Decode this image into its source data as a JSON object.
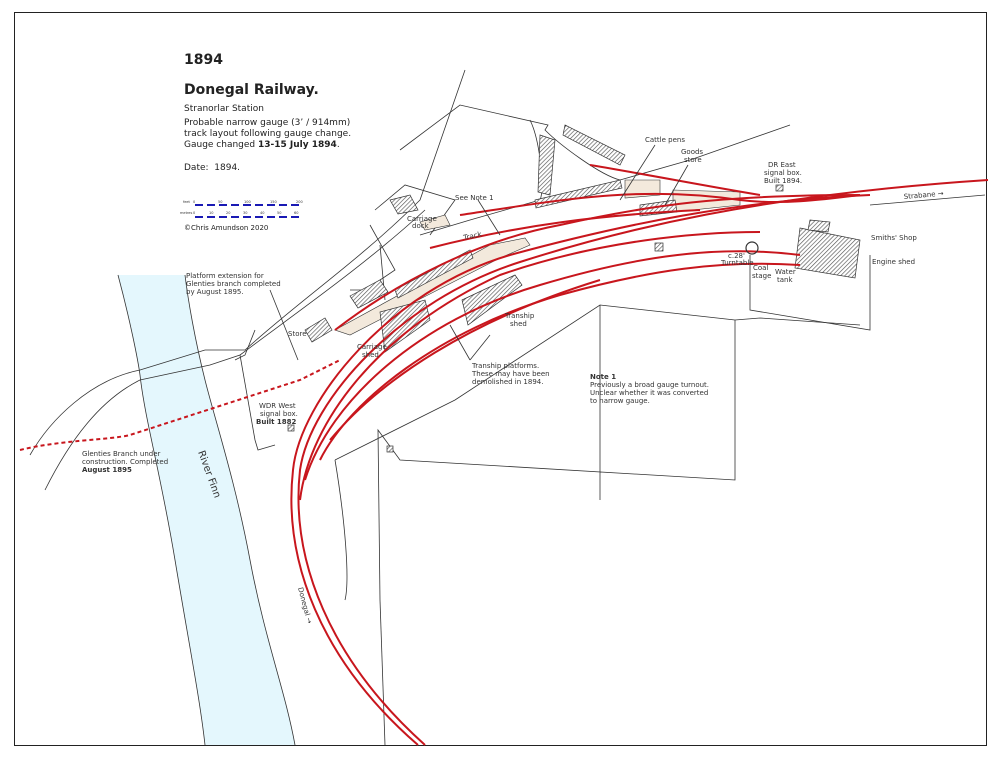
{
  "header": {
    "year": "1894",
    "title": "Donegal Railway.",
    "subtitle": "Stranorlar Station",
    "description_line1": "Probable narrow gauge (3’ / 914mm)",
    "description_line2": "track layout following gauge change.",
    "description_line3_prefix": "Gauge changed ",
    "description_line3_bold": "13-15 July 1894",
    "description_line3_suffix": ".",
    "date": "Date:  1894.",
    "copyright": "©Chris Amundson 2020"
  },
  "scale": {
    "feet_label": "feet",
    "feet_ticks": [
      "0",
      "50",
      "100",
      "150",
      "200"
    ],
    "metres_label": "metres",
    "metres_ticks": [
      "0",
      "10",
      "20",
      "30",
      "40",
      "50",
      "60"
    ],
    "bar_color": "#1a1ab4"
  },
  "labels": {
    "cattle_pens": "Cattle pens",
    "goods_store_1": "Goods",
    "goods_store_2": "store",
    "dr_east_1": "DR East",
    "dr_east_2": "signal box.",
    "dr_east_3": "Built 1894.",
    "strabane": "Strabane →",
    "smiths_shop": "Smiths' Shop",
    "engine_shed": "Engine shed",
    "turntable_1": "c.28'",
    "turntable_2": "Turntable",
    "coal_1": "Coal",
    "coal_2": "stage",
    "water_1": "Water",
    "water_2": "tank",
    "see_note": "See Note 1",
    "carriage_dock_1": "Carriage",
    "carriage_dock_2": "dock",
    "track": "Track",
    "tranship_shed_1": "Tranship",
    "tranship_shed_2": "shed",
    "carriage_shed_1": "Carriage",
    "carriage_shed_2": "shed",
    "store": "Store",
    "tranship_platforms_1": "Tranship platforms.",
    "tranship_platforms_2": "These may have been",
    "tranship_platforms_3": "demolished in 1894.",
    "platform_ext_1": "Platform extension for",
    "platform_ext_2": "Glenties branch completed",
    "platform_ext_3": "by August 1895.",
    "wdr_west_1": "WDR West",
    "wdr_west_2": "signal box.",
    "wdr_west_3": "Built 1882",
    "glenties_1": "Glenties Branch under",
    "glenties_2": "construction.   Completed",
    "glenties_3": "August 1895",
    "river": "River Finn",
    "donegal": "Donegal →",
    "note_title": "Note 1",
    "note_1": "Previously a broad gauge turnout.",
    "note_2": "Unclear whether it was converted",
    "note_3": "to narrow gauge."
  },
  "colors": {
    "track": "#c8161d",
    "river": "#e4f7fd",
    "river_edge": "#2a3fb0",
    "platform": "#f3e9dc"
  }
}
